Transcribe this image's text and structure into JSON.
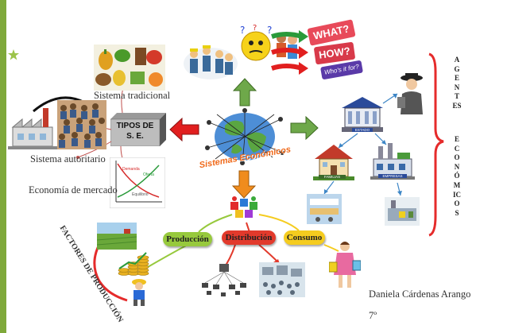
{
  "center": {
    "title": "Sistemas Económicos"
  },
  "tipos": {
    "label_line1": "TIPOS DE",
    "label_line2": "S. E."
  },
  "left_labels": {
    "tradicional": "Sistema tradicional",
    "autoritario": "Sistema autoritario",
    "mercado": "Economía de mercado"
  },
  "chart_labels": {
    "demanda": "Demanda",
    "oferta": "Oferta",
    "equilibrio": "Equilibrio"
  },
  "top_signs": {
    "what": "WHAT?",
    "how": "HOW?",
    "forwhom": "Who's it for?"
  },
  "agentes": {
    "word1": [
      "A",
      "G",
      "E",
      "N",
      "T",
      "ES"
    ],
    "word2": [
      "E",
      "C",
      "O",
      "N",
      "Ó",
      "M",
      "IC",
      "O",
      "S"
    ]
  },
  "agent_signs": {
    "estado": "ESTADO",
    "familias": "FAMILIAS",
    "empresas": "EMPRESAS"
  },
  "process": [
    {
      "label": "Producción",
      "color": "#97c93d"
    },
    {
      "label": "Distribución",
      "color": "#e23a2c"
    },
    {
      "label": "Consumo",
      "color": "#f5cc1f"
    }
  ],
  "factores": "FACTORES DE PRODUCCIÓN",
  "author": {
    "name": "Daniela Cárdenas Arango",
    "grade": "7º"
  },
  "colors": {
    "sidebar": "#7fa93b",
    "arrow_green": "#6ea84a",
    "arrow_red": "#e11f1f",
    "arrow_orange": "#f08c1d",
    "bracket_red": "#e52b2b",
    "arrow_blue": "#3d86c6"
  }
}
